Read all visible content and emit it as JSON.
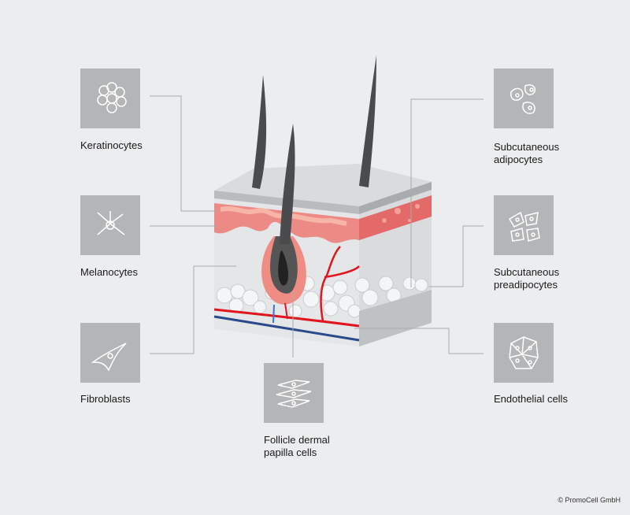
{
  "labels": {
    "keratinocytes": "Keratinocytes",
    "melanocytes": "Melanocytes",
    "fibroblasts": "Fibroblasts",
    "adipocytes_1": "Subcutaneous",
    "adipocytes_2": "adipocytes",
    "preadipocytes_1": "Subcutaneous",
    "preadipocytes_2": "preadipocytes",
    "endothelial": "Endothelial cells",
    "follicle_1": "Follicle dermal",
    "follicle_2": "papilla cells"
  },
  "copyright": "© PromoCell GmbH",
  "colors": {
    "background": "#ecedef",
    "icon_box": "#b4b5b7",
    "epidermis": "#e86f6f",
    "artery": "#e0161e",
    "vein": "#2b4a8c"
  }
}
